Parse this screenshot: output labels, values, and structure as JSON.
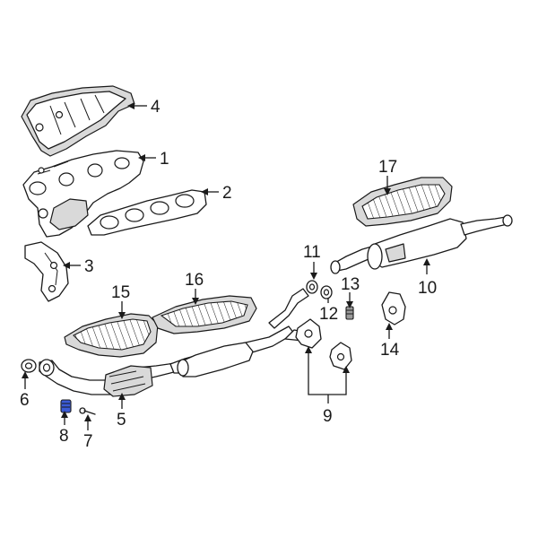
{
  "callouts": {
    "c1": "1",
    "c2": "2",
    "c3": "3",
    "c4": "4",
    "c5": "5",
    "c6": "6",
    "c7": "7",
    "c8": "8",
    "c9": "9",
    "c10": "10",
    "c11": "11",
    "c12": "12",
    "c13": "13",
    "c14": "14",
    "c15": "15",
    "c16": "16",
    "c17": "17"
  },
  "colors": {
    "line": "#1a1a1a",
    "highlight": "#3b5bd6",
    "shade": "#d9d9d9"
  }
}
